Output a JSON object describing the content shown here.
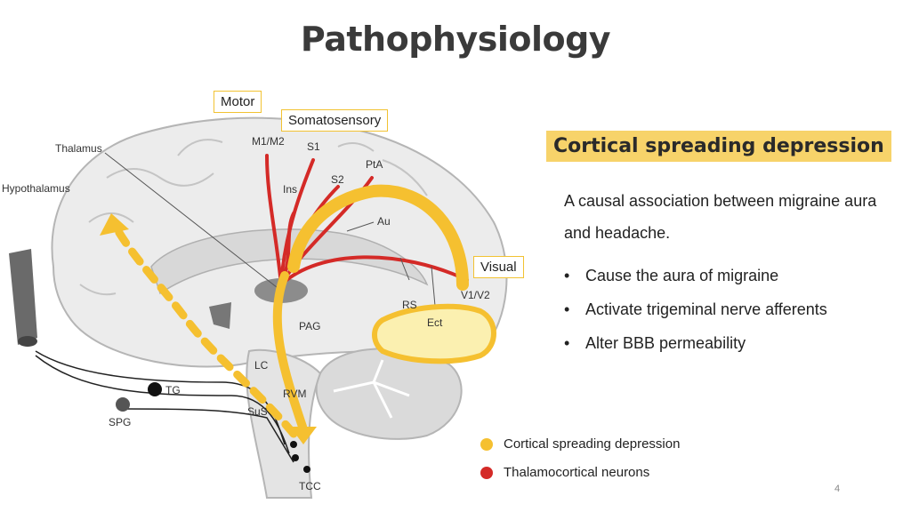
{
  "slide": {
    "title": "Pathophysiology",
    "page_number": "4"
  },
  "diagram": {
    "labels": {
      "thalamus": "Thalamus",
      "hypothalamus": "Hypothalamus",
      "m1m2": "M1/M2",
      "s1": "S1",
      "s2": "S2",
      "ins": "Ins",
      "pta": "PtA",
      "au": "Au",
      "rs": "RS",
      "ect": "Ect",
      "v1v2": "V1/V2",
      "pag": "PAG",
      "lc": "LC",
      "rvm": "RVM",
      "sus": "SuS",
      "tg": "TG",
      "spg": "SPG",
      "tcc": "TCC"
    },
    "boxes": {
      "motor": "Motor",
      "somatosensory": "Somatosensory",
      "visual": "Visual"
    },
    "colors": {
      "csd": "#f5c030",
      "thalamocortical": "#d42a27",
      "brain_fill": "#e9e9e9",
      "brain_stroke": "#b5b5b5"
    }
  },
  "content": {
    "heading": "Cortical spreading depression",
    "description": "A causal association between migraine aura and headache.",
    "bullets": [
      "Cause the aura of migraine",
      "Activate trigeminal nerve afferents",
      "Alter BBB permeability"
    ]
  },
  "legend": {
    "items": [
      {
        "label": "Cortical spreading depression",
        "color": "#f5c030"
      },
      {
        "label": "Thalamocortical neurons",
        "color": "#d42a27"
      }
    ]
  }
}
